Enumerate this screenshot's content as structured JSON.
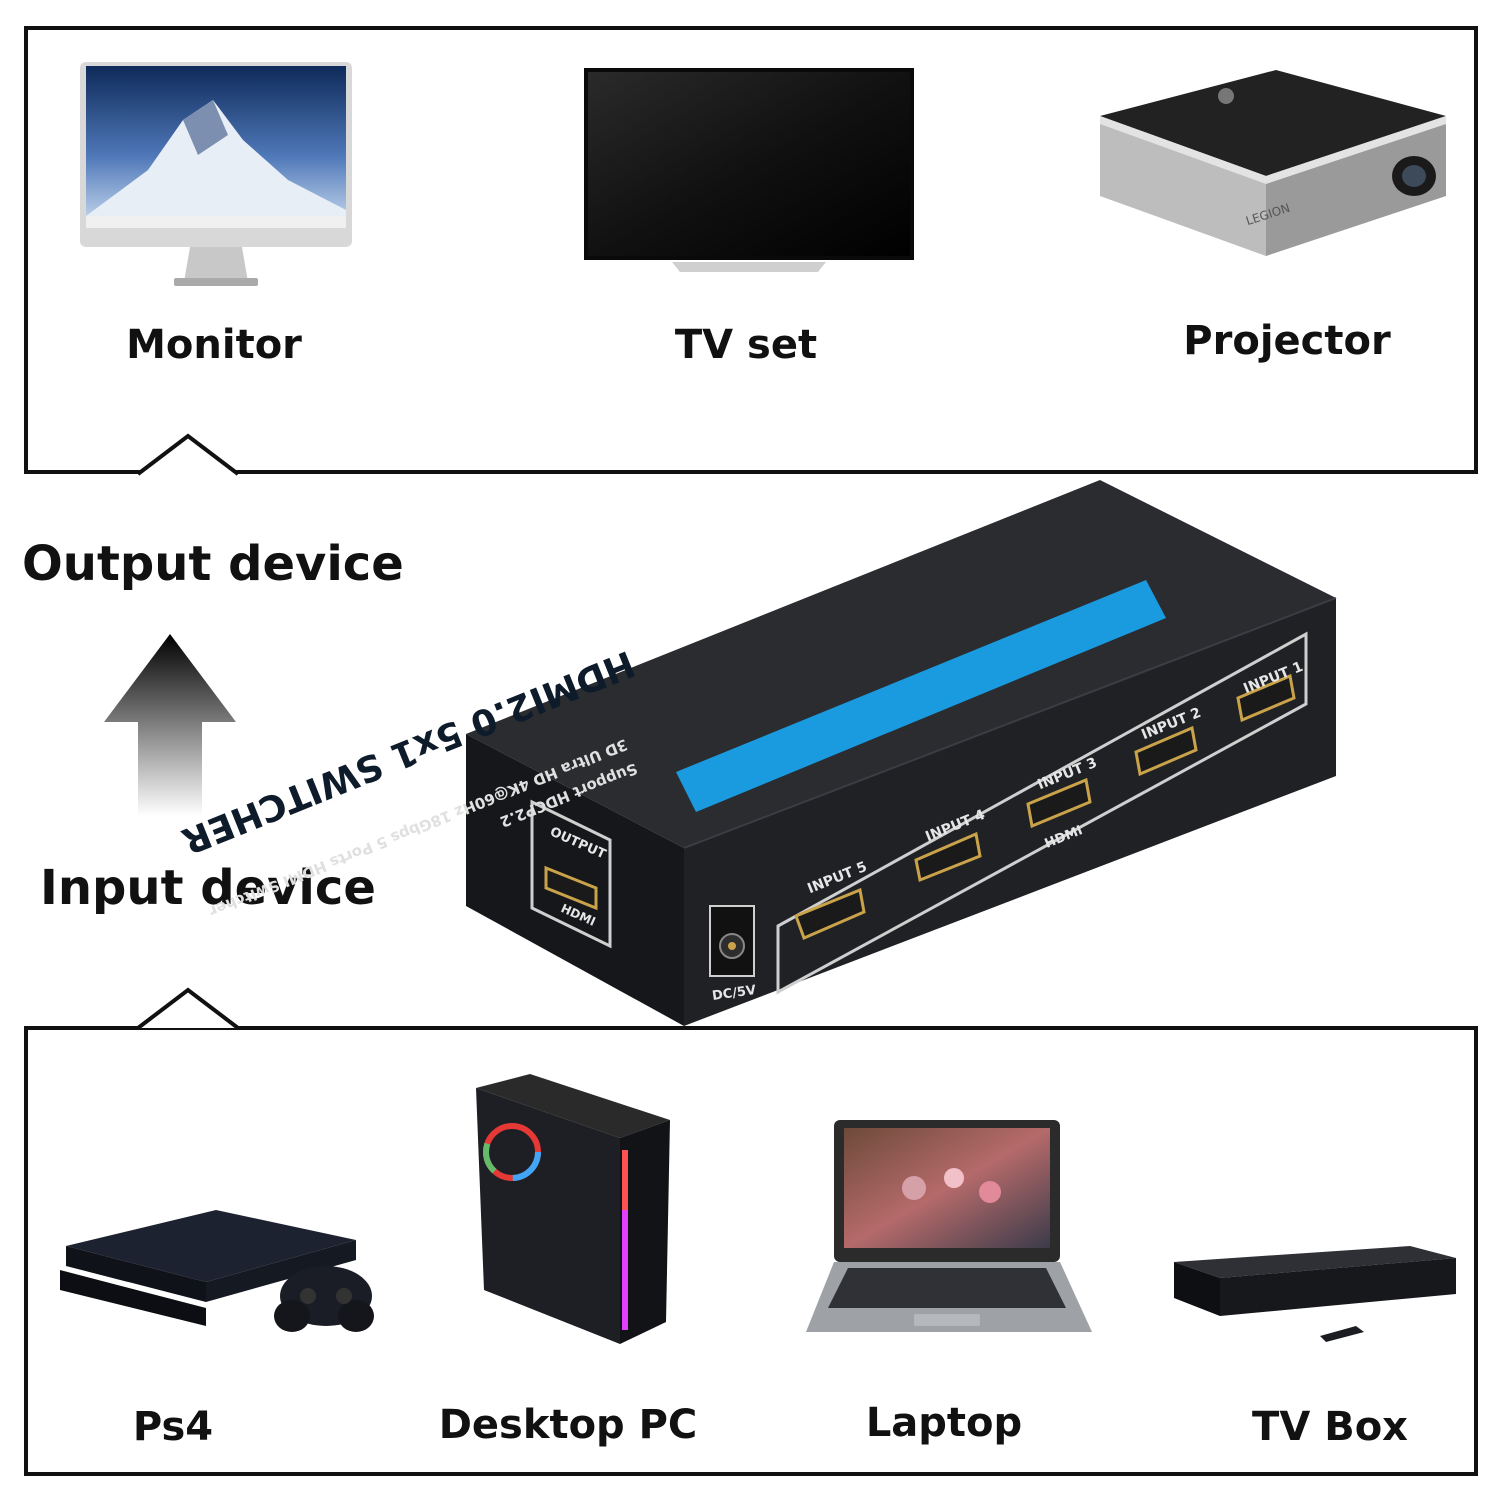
{
  "output_devices": [
    {
      "label": "Monitor"
    },
    {
      "label": "TV set"
    },
    {
      "label": "Projector"
    }
  ],
  "input_devices": [
    {
      "label": "Ps4"
    },
    {
      "label": "Desktop PC"
    },
    {
      "label": "Laptop"
    },
    {
      "label": "TV Box"
    }
  ],
  "flow": {
    "output_label": "Output device",
    "input_label": "Input device"
  },
  "switcher": {
    "title": "HDMI2.0 5x1 SWITCHER",
    "subtitle_1": "3D Ultra HD 4K@60Hz 18Gbps 5 Ports HDMI Switcher",
    "subtitle_2": "Support HDCP2.2",
    "ports": [
      "INPUT 1",
      "INPUT 2",
      "INPUT 3",
      "INPUT 4",
      "INPUT 5"
    ],
    "hdmi_group_label": "HDMI",
    "output_port": "OUTPUT",
    "output_hdmi": "HDMI",
    "power_label": "DC/5V",
    "projector_brand": "LEGION"
  },
  "colors": {
    "accent_blue": "#1a9be0",
    "device_black": "#1b1d20",
    "hdmi_gold": "#c9a24a"
  }
}
